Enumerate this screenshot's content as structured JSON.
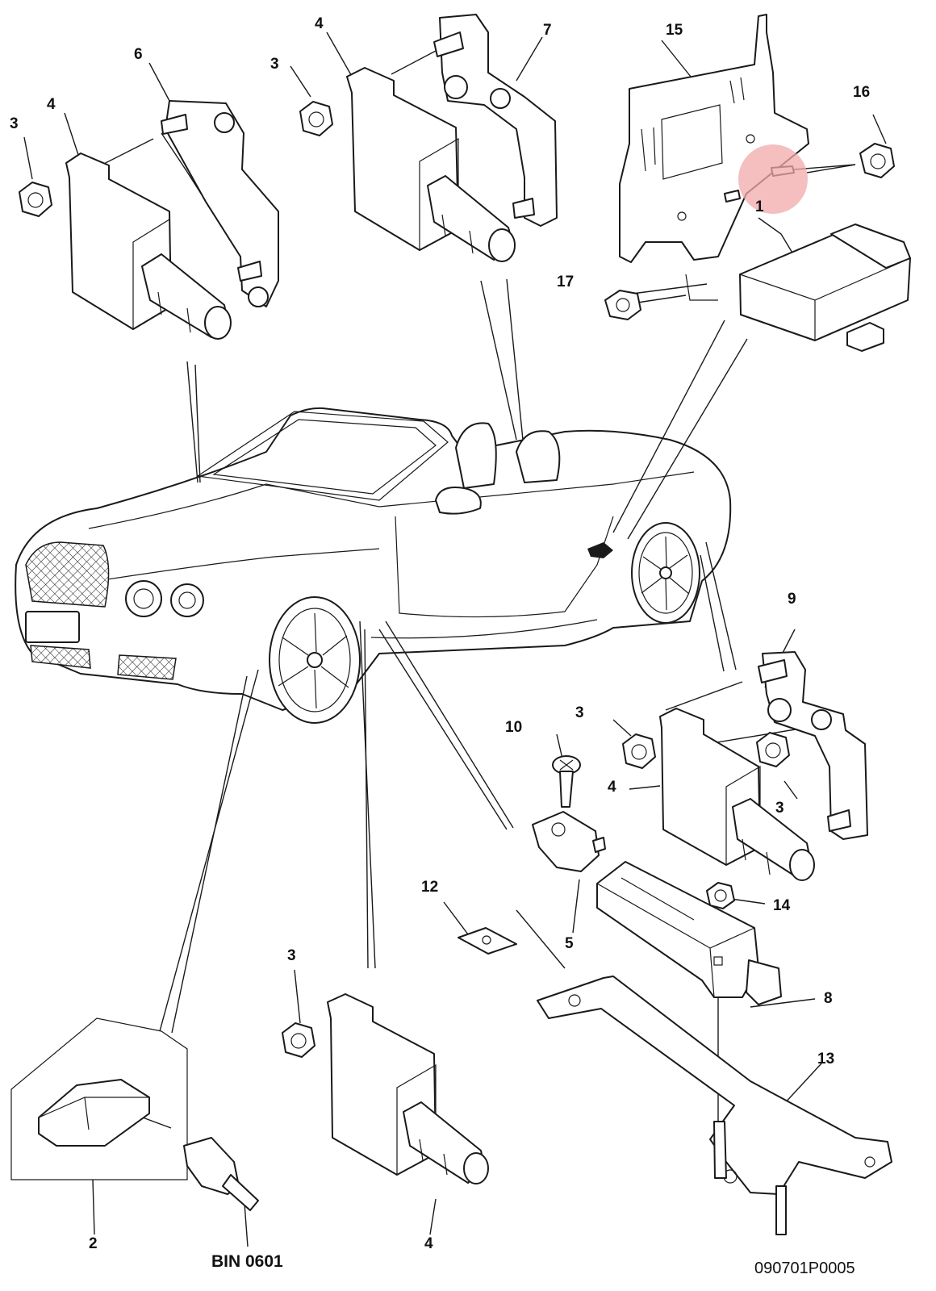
{
  "diagram": {
    "drawing_number": "090701P0005",
    "bin_label": "BIN 0601",
    "highlight_color": "#f1a9a9",
    "callouts": [
      {
        "id": "c1",
        "text": "1"
      },
      {
        "id": "c2",
        "text": "2"
      },
      {
        "id": "c3a",
        "text": "3"
      },
      {
        "id": "c3b",
        "text": "3"
      },
      {
        "id": "c3c",
        "text": "3"
      },
      {
        "id": "c3d",
        "text": "3"
      },
      {
        "id": "c3e",
        "text": "3"
      },
      {
        "id": "c4a",
        "text": "4"
      },
      {
        "id": "c4b",
        "text": "4"
      },
      {
        "id": "c4c",
        "text": "4"
      },
      {
        "id": "c4d",
        "text": "4"
      },
      {
        "id": "c5",
        "text": "5"
      },
      {
        "id": "c6",
        "text": "6"
      },
      {
        "id": "c7",
        "text": "7"
      },
      {
        "id": "c8",
        "text": "8"
      },
      {
        "id": "c9",
        "text": "9"
      },
      {
        "id": "c10",
        "text": "10"
      },
      {
        "id": "c12",
        "text": "12"
      },
      {
        "id": "c13",
        "text": "13"
      },
      {
        "id": "c14",
        "text": "14"
      },
      {
        "id": "c15",
        "text": "15"
      },
      {
        "id": "c16",
        "text": "16"
      },
      {
        "id": "c17",
        "text": "17"
      }
    ]
  }
}
